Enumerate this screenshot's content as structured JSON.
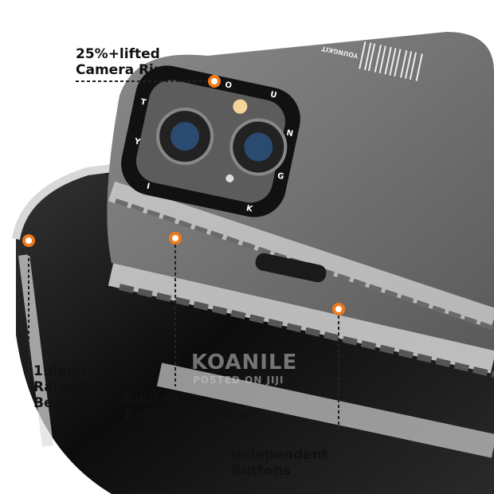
{
  "callouts": {
    "camera_ring": "25%+lifted\nCamera Ring",
    "bezel": "1.6mm\nRaised\nBezel",
    "strip": "Built-in\nAnti-Shock Strip",
    "buttons": "Independent\nButtons"
  },
  "brand_print": "YOUNGKIT",
  "ring_letters": [
    "Y",
    "O",
    "U",
    "N",
    "G",
    "K",
    "I",
    "T"
  ],
  "watermark": {
    "line1": "KOANILE",
    "line2": "POSTED ON JIJI"
  },
  "colors": {
    "accent": "#f07a1a",
    "case_gray": "#6e6e6e",
    "ring": "#111111"
  }
}
